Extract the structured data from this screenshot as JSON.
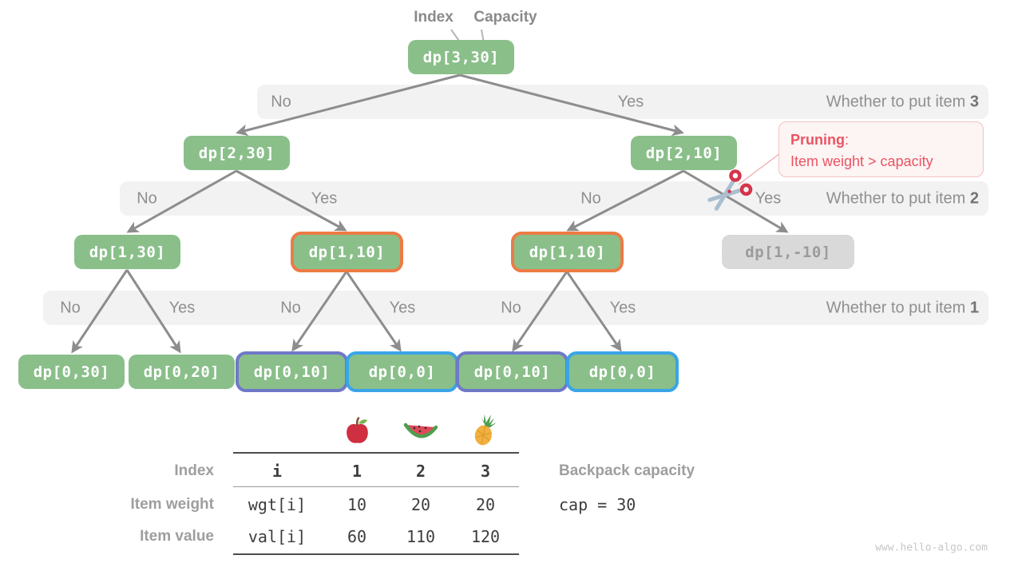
{
  "axis_labels": {
    "index": "Index",
    "capacity": "Capacity"
  },
  "tree": {
    "root": "dp[3,30]",
    "level2": [
      "dp[2,30]",
      "dp[2,10]"
    ],
    "level3": [
      "dp[1,30]",
      "dp[1,10]",
      "dp[1,10]",
      "dp[1,-10]"
    ],
    "level4": [
      "dp[0,30]",
      "dp[0,20]",
      "dp[0,10]",
      "dp[0,0]",
      "dp[0,10]",
      "dp[0,0]"
    ]
  },
  "bands": [
    {
      "labels": [
        "No",
        "Yes"
      ],
      "question": "Whether to put item",
      "item_number": "3"
    },
    {
      "labels": [
        "No",
        "Yes",
        "No",
        "Yes"
      ],
      "question": "Whether to put item",
      "item_number": "2"
    },
    {
      "labels": [
        "No",
        "Yes",
        "No",
        "Yes",
        "No",
        "Yes"
      ],
      "question": "Whether to put item",
      "item_number": "1"
    }
  ],
  "pruning": {
    "title": "Pruning",
    "colon": ":",
    "detail": "Item weight > capacity"
  },
  "items_table": {
    "fruit_icons": [
      "apple-icon",
      "watermelon-icon",
      "pineapple-icon"
    ],
    "rows": [
      {
        "label": "Index",
        "code": "i",
        "values": [
          "1",
          "2",
          "3"
        ]
      },
      {
        "label": "Item weight",
        "code": "wgt[i]",
        "values": [
          "10",
          "20",
          "20"
        ]
      },
      {
        "label": "Item value",
        "code": "val[i]",
        "values": [
          "60",
          "110",
          "120"
        ]
      }
    ]
  },
  "capacity_note": {
    "label": "Backpack capacity",
    "code": "cap = 30"
  },
  "watermark": "www.hello-algo.com",
  "colors": {
    "node_green": "#8abf8a",
    "node_gray": "#d9d9d9",
    "border_orange": "#ed7b45",
    "border_purple": "#6f78c8",
    "border_blue": "#3aa4e8",
    "pruning_red": "#e95462",
    "edge_gray": "#8d8d8d",
    "band_bg": "#f2f2f2"
  }
}
